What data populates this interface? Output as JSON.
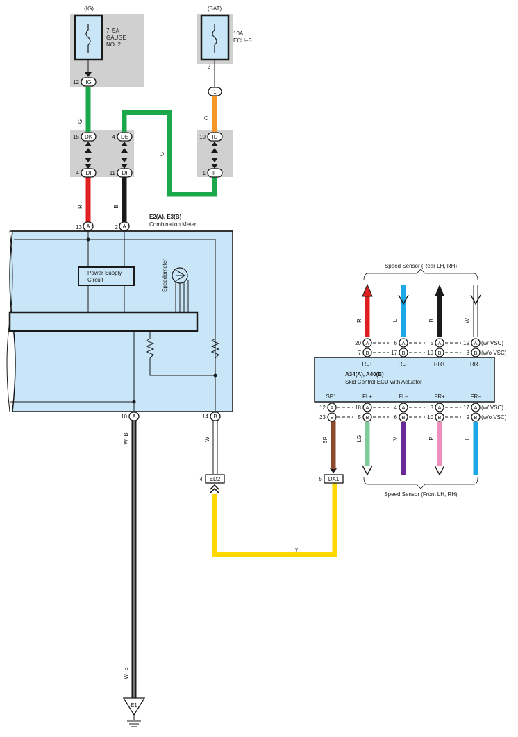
{
  "ig_fuse": {
    "header": "(IG)",
    "rating": "7. 5A",
    "name1": "GAUGE",
    "name2": "NO. 2"
  },
  "bat_fuse": {
    "header": "(BAT)",
    "rating": "10A",
    "name": "ECU–B",
    "pin": "2"
  },
  "connectors": {
    "ig": {
      "pin": "12",
      "label": "IG"
    },
    "one": {
      "label": "1"
    },
    "dk": {
      "pin": "15",
      "label": "DK"
    },
    "de": {
      "pin": "4",
      "label": "DE"
    },
    "id": {
      "pin": "10",
      "label": "ID"
    },
    "di_left": {
      "pin": "4",
      "label": "DI"
    },
    "di_mid": {
      "pin": "11",
      "label": "DI"
    },
    "if": {
      "pin": "1",
      "label": "IF"
    },
    "meter_a13": {
      "pin": "13",
      "label": "A"
    },
    "meter_a2": {
      "pin": "2",
      "label": "A"
    },
    "meter_a10": {
      "pin": "10",
      "label": "A"
    },
    "meter_b14": {
      "pin": "14",
      "label": "B"
    },
    "ed2": {
      "pin": "4",
      "label": "ED2"
    },
    "da1": {
      "pin": "5",
      "label": "DA1"
    },
    "e1": {
      "label": "E1"
    }
  },
  "wire_colors": {
    "g1": "G",
    "g2": "G",
    "o": "O",
    "r": "R",
    "b": "B",
    "wb1": "W–B",
    "wb2": "W–B",
    "w": "W",
    "y": "Y",
    "br": "BR"
  },
  "meter": {
    "id": "E2(A), E3(B)",
    "name": "Combination Meter",
    "power_supply1": "Power Supply",
    "power_supply2": "Circuit",
    "speedometer": "Speedometer"
  },
  "ecu": {
    "id": "A34(A), A40(B)",
    "name": "Skid Control ECU with Actuator",
    "top_labels": [
      "RL+",
      "RL–",
      "RR+",
      "RR–"
    ],
    "bottom_labels": [
      "SP1",
      "FL+",
      "FL–",
      "FR+",
      "FR–"
    ],
    "row1_pins": [
      "20",
      "6",
      "5",
      "19"
    ],
    "row2_pins": [
      "7",
      "17",
      "19",
      "8"
    ],
    "row3_pins": [
      "12",
      "18",
      "4",
      "3",
      "17"
    ],
    "row4_pins": [
      "23",
      "5",
      "6",
      "10",
      "9"
    ],
    "w_vsc": "(w/ VSC)",
    "wo_vsc": "(w/o VSC)",
    "conn_a": "A",
    "conn_b": "B"
  },
  "rear_sensor": {
    "title": "Speed Sensor (Rear LH,  RH)",
    "wires": [
      "R",
      "L",
      "B",
      "W"
    ]
  },
  "front_sensor": {
    "title": "Speed Sensor (Front LH,  RH)",
    "wires": [
      "LG",
      "V",
      "P",
      "L"
    ]
  },
  "colors": {
    "green": "#1aa84a",
    "orange": "#f5962a",
    "red": "#e02020",
    "black": "#1a1a1a",
    "yellow": "#ffd800",
    "brown": "#8c4a2e",
    "lightgreen": "#7fcb9a",
    "purple": "#6a2a96",
    "pink": "#ef8fbd",
    "blue": "#1aa9e6",
    "meter_fill": "#c8e6f8",
    "gray_box": "#d0d0d0"
  }
}
